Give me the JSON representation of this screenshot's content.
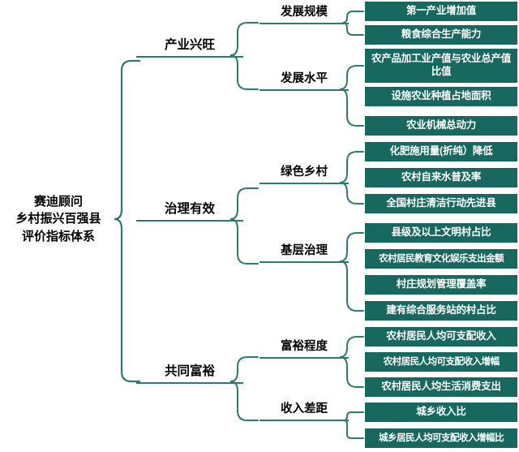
{
  "colors": {
    "box_fill": "#17695f",
    "box_text": "#ffffff",
    "brace": "#2c7a72",
    "underline": "#2c7a72",
    "label_text": "#000000",
    "background": "#ffffff"
  },
  "root": {
    "line1": "赛迪顾问",
    "line2": "乡村振兴百强县",
    "line3": "评价指标体系"
  },
  "branches": [
    {
      "label": "产业兴旺",
      "groups": [
        {
          "label": "发展规模",
          "items": [
            "第一产业增加值",
            "粮食综合生产能力"
          ]
        },
        {
          "label": "发展水平",
          "items": [
            "农产品加工业产值与农业总产值比值",
            "设施农业种植占地面积",
            "农业机械总动力"
          ]
        }
      ]
    },
    {
      "label": "治理有效",
      "groups": [
        {
          "label": "绿色乡村",
          "items": [
            "化肥施用量(折纯）降低",
            "农村自来水普及率",
            "全国村庄清洁行动先进县"
          ]
        },
        {
          "label": "基层治理",
          "items": [
            "县级及以上文明村占比",
            "农村居民教育文化娱乐支出金额",
            "村庄规划管理覆盖率",
            "建有综合服务站的村占比"
          ]
        }
      ]
    },
    {
      "label": "共同富裕",
      "groups": [
        {
          "label": "富裕程度",
          "items": [
            "农村居民人均可支配收入",
            "农村居民人均可支配收入增幅",
            "农村居民人均生活消费支出"
          ]
        },
        {
          "label": "收入差距",
          "items": [
            "城乡收入比",
            "城乡居民人均可支配收入增幅比"
          ]
        }
      ]
    }
  ]
}
